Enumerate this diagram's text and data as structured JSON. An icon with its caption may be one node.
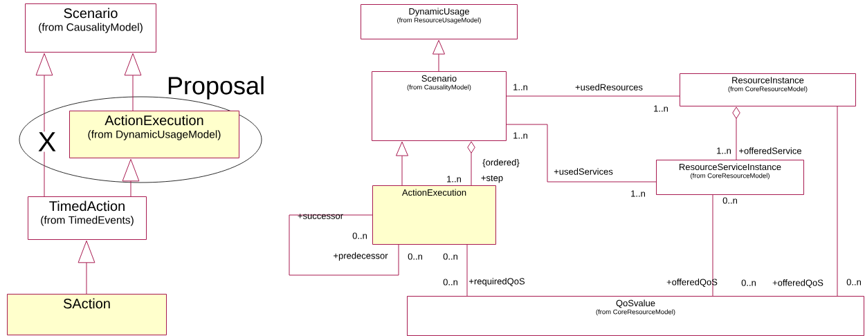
{
  "diagram": {
    "nodes": [
      {
        "text": [
          "Scenario",
          "(from CausalityModel)"
        ]
      },
      {
        "text": [
          "Proposal"
        ]
      },
      {
        "text": [
          "ActionExecution",
          "(from DynamicUsageModel)"
        ],
        "in": 1
      },
      {
        "text": [
          "TimedAction",
          "(from TimedEvents)"
        ]
      },
      {
        "text": [
          "SAction"
        ]
      },
      {
        "text": [
          "DynamicUsage",
          "(from ResourceUsageModel)"
        ]
      },
      {
        "text": [
          "Scenario",
          "(from CausalityModel)"
        ]
      },
      {
        "text": [
          "ResourceInstance",
          "(from CoreResourceModel)"
        ]
      },
      {
        "text": [
          "ActionExecution"
        ]
      },
      {
        "text": [
          "ResourceServiceInstance",
          "(from CoreResourceModel)"
        ]
      },
      {
        "text": [
          "QoSvalue",
          "(from CoreResourceModel)"
        ]
      }
    ],
    "edges": [
      {
        "from": 3,
        "to": 0,
        "arrow": "to"
      },
      {
        "from": 2,
        "to": 0,
        "arrow": "to"
      },
      {
        "from": 3,
        "to": 2,
        "arrow": "to"
      },
      {
        "from": 4,
        "to": 3,
        "arrow": "to"
      },
      {
        "from": 6,
        "to": 5,
        "arrow": "to"
      },
      {
        "from": 8,
        "to": 6,
        "arrow": "to"
      },
      {
        "from": 8,
        "to": 6,
        "arrow": "other"
      },
      {
        "from": 6,
        "to": 7,
        "arrow": "none"
      },
      {
        "from": 6,
        "to": 9,
        "arrow": "none"
      },
      {
        "from": 9,
        "to": 7,
        "arrow": "other"
      },
      {
        "from": 8,
        "to": 8,
        "arrow": "none"
      },
      {
        "from": 8,
        "to": 10,
        "arrow": "none"
      },
      {
        "from": 9,
        "to": 10,
        "arrow": "none"
      },
      {
        "from": 7,
        "to": 10,
        "arrow": "none"
      }
    ],
    "labels": [
      "X",
      "1..n",
      "+usedResources",
      "1..n",
      "1..n",
      "1..n",
      "+offeredService",
      "{ordered}",
      "+usedServices",
      "1..n",
      "+step",
      "1..n",
      "0..n",
      "+successor",
      "0..n",
      "+predecessor",
      "0..n",
      "0..n",
      "0..n",
      "+requiredQoS",
      "+offeredQoS",
      "0..n",
      "+offeredQoS",
      "0..n"
    ]
  }
}
